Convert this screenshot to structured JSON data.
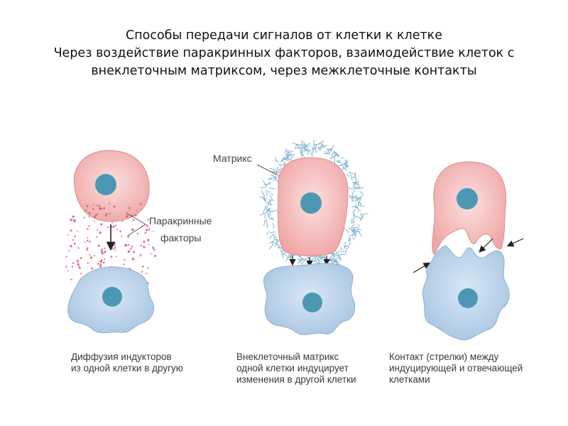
{
  "title": {
    "line1": "Способы передачи сигналов от клетки к клетке",
    "line2": "Через воздействие паракринных факторов, взаимодействие клеток с",
    "line3": "внеклеточным матриксом, через межклеточные контакты"
  },
  "labels": {
    "matrix": "Матрикс",
    "paracrine_line1": "Паракринные",
    "paracrine_line2": "факторы"
  },
  "captions": {
    "diffusion": [
      "Диффузия индукторов",
      "из одной клетки в другую"
    ],
    "matrix": [
      "Внеклеточный матрикс",
      "одной клетки индуцирует",
      "изменения в другой клетки"
    ],
    "contact": [
      "Контакт (стрелки) между",
      "индуцирующей и отвечающей",
      "клетками"
    ]
  },
  "colors": {
    "inducing_cell": "#f3b4b4",
    "responding_cell": "#b6cfe8",
    "nucleus": "#4c98b4",
    "factor_dots": "#e0536b",
    "matrix_fibers": "#7fb3cf"
  }
}
